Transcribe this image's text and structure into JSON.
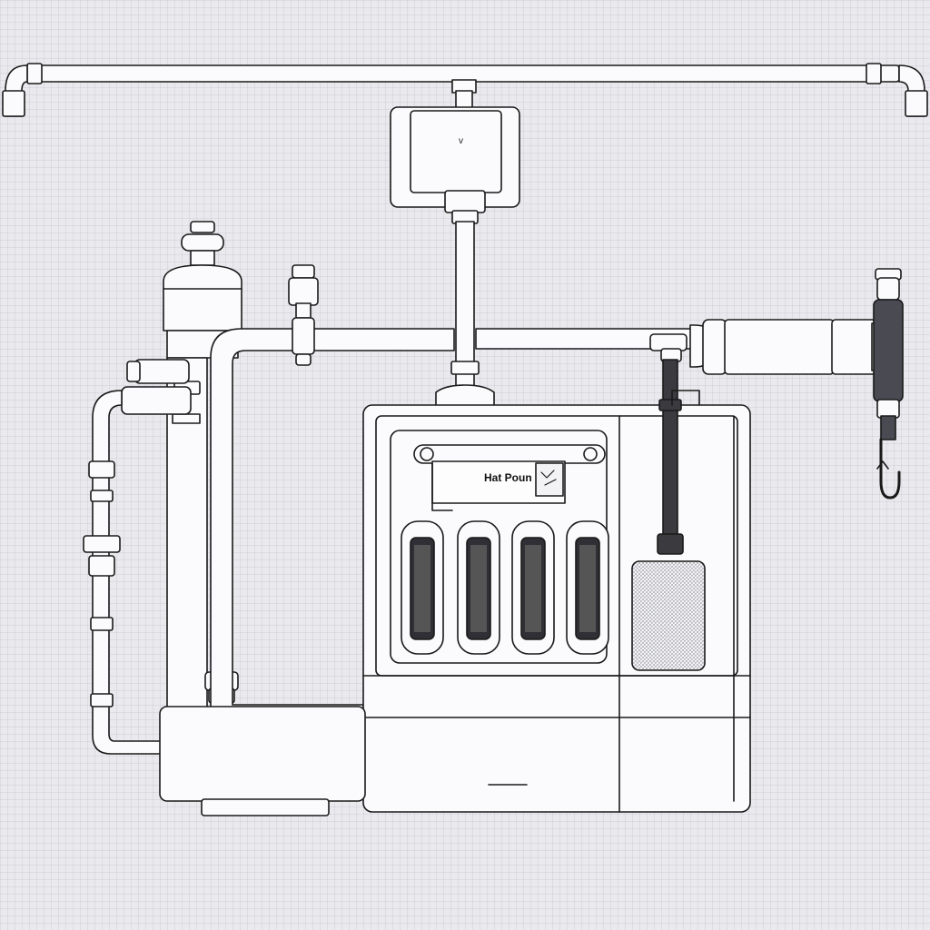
{
  "diagram": {
    "panel_label": "Hat Poun",
    "junction_box_mark": "v",
    "colors": {
      "background": "#e9e9ee",
      "stroke": "#1a1a1a",
      "fill": "#fbfbfd",
      "dark_pipe": "#3a3a3f"
    },
    "components": [
      "top-pipe",
      "junction-box",
      "vertical-tank",
      "main-cabinet",
      "control-panel",
      "filter-cartridge",
      "mesh-panel",
      "horizontal-cylinder",
      "right-gauge",
      "left-pipe-loop"
    ],
    "filter_count": 4
  }
}
